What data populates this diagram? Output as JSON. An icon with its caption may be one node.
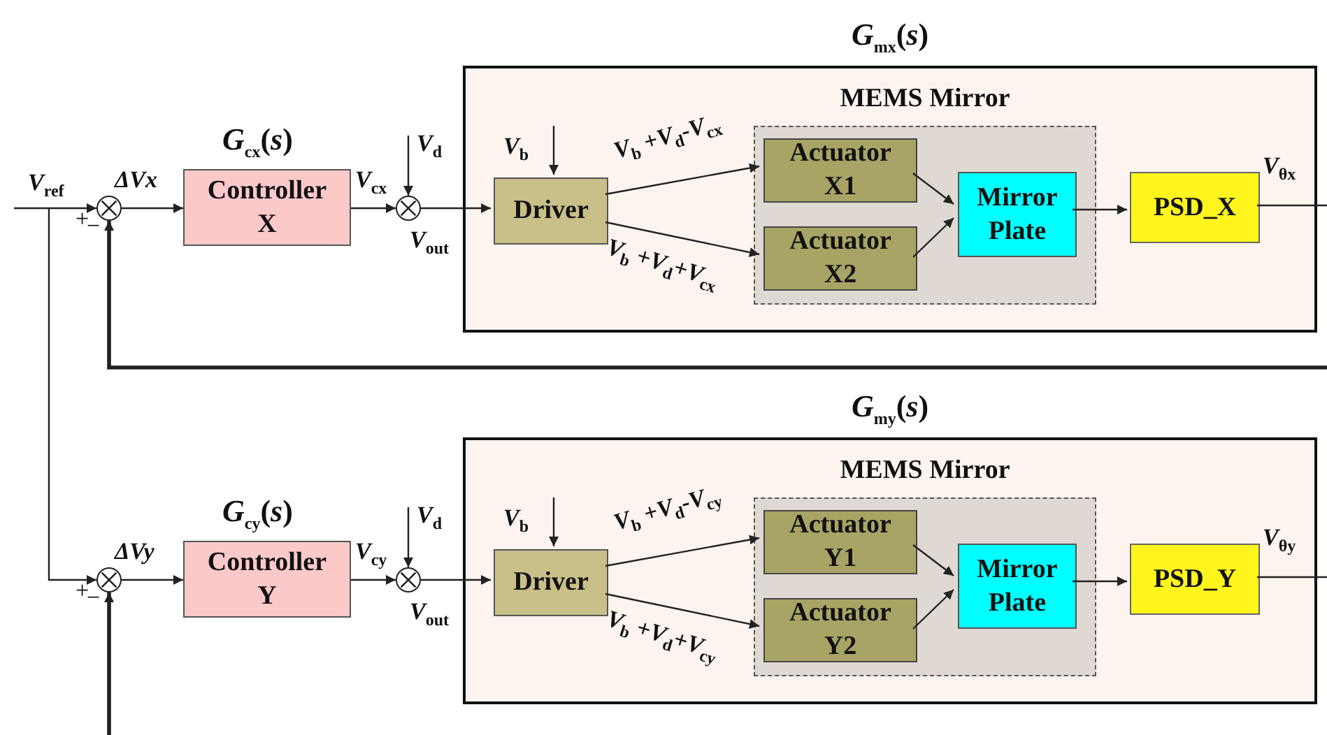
{
  "diagram": {
    "nodes": [
      {
        "text": [],
        "shape": "circle",
        "beside": [
          "+",
          "−"
        ]
      },
      {
        "text": [
          "Controller X"
        ],
        "beside": [
          "*G*$_{cx}$(*s*)"
        ]
      },
      {
        "text": [],
        "shape": "circle"
      },
      {
        "text": [
          "*G*$_{mx}$(*s*)"
        ]
      },
      {
        "text": [
          "Driver"
        ],
        "in": 3
      },
      {
        "text": [
          "MEMS Mirror"
        ],
        "in": 3
      },
      {
        "text": [
          "Actuator X1"
        ],
        "in": 5
      },
      {
        "text": [
          "Actuator X2"
        ],
        "in": 5
      },
      {
        "text": [
          "Mirror Plate"
        ],
        "in": 5
      },
      {
        "text": [
          "PSD_X"
        ],
        "in": 3
      },
      {
        "text": [],
        "shape": "circle",
        "beside": [
          "+",
          "−"
        ]
      },
      {
        "text": [
          "Controller Y"
        ],
        "beside": [
          "*G*$_{cy}$(*s*)"
        ]
      },
      {
        "text": [],
        "shape": "circle"
      },
      {
        "text": [
          "*G*$_{my}$(*s*)"
        ]
      },
      {
        "text": [
          "Driver"
        ],
        "in": 13
      },
      {
        "text": [
          "MEMS Mirror"
        ],
        "in": 13
      },
      {
        "text": [
          "Actuator Y1"
        ],
        "in": 15
      },
      {
        "text": [
          "Actuator Y2"
        ],
        "in": 15
      },
      {
        "text": [
          "Mirror Plate"
        ],
        "in": 15
      },
      {
        "text": [
          "PSD_Y"
        ],
        "in": 13
      }
    ],
    "edges": [
      {
        "from": null,
        "to": 0,
        "arrow": "to",
        "label": "*V*$_{ref}$"
      },
      {
        "from": 0,
        "to": 1,
        "arrow": "to",
        "label": "ΔVx"
      },
      {
        "from": 1,
        "to": 2,
        "arrow": "to",
        "label": "*V*$_{cx}$"
      },
      {
        "from": null,
        "to": 2,
        "arrow": "to",
        "label": "*V*$_{d}$"
      },
      {
        "from": 2,
        "to": 4,
        "arrow": "to",
        "label": "*V*$_{out}$"
      },
      {
        "from": null,
        "to": 4,
        "arrow": "to",
        "label": "*V*$_{b}$"
      },
      {
        "from": 4,
        "to": 6,
        "arrow": "to",
        "label": "*V*$_{b}$ +*V*$_{d}$-*V*$_{cx}$"
      },
      {
        "from": 4,
        "to": 7,
        "arrow": "to",
        "label": "*V*$_{b}$ +*V*$_{d}$+*V*$_{cx}$"
      },
      {
        "from": 6,
        "to": 8,
        "arrow": "to"
      },
      {
        "from": 7,
        "to": 8,
        "arrow": "to"
      },
      {
        "from": 8,
        "to": 9,
        "arrow": "to"
      },
      {
        "from": 9,
        "to": null,
        "arrow": "none",
        "label": "*V*$_{θx}$"
      },
      {
        "from": null,
        "to": 0,
        "arrow": "to",
        "style": "thick"
      },
      {
        "from": null,
        "to": 10,
        "arrow": "to"
      },
      {
        "from": 10,
        "to": 11,
        "arrow": "to",
        "label": "ΔVy"
      },
      {
        "from": 11,
        "to": 12,
        "arrow": "to",
        "label": "*V*$_{cy}$"
      },
      {
        "from": null,
        "to": 12,
        "arrow": "to",
        "label": "*V*$_{d}$"
      },
      {
        "from": 12,
        "to": 14,
        "arrow": "to",
        "label": "*V*$_{out}$"
      },
      {
        "from": null,
        "to": 14,
        "arrow": "to",
        "label": "*V*$_{b}$"
      },
      {
        "from": 14,
        "to": 16,
        "arrow": "to",
        "label": "*V*$_{b}$ +*V*$_{d}$-*V*$_{cy}$"
      },
      {
        "from": 14,
        "to": 17,
        "arrow": "to",
        "label": "*V*$_{b}$ +*V*$_{d}$+*V*$_{cy}$"
      },
      {
        "from": 16,
        "to": 18,
        "arrow": "to"
      },
      {
        "from": 17,
        "to": 18,
        "arrow": "to"
      },
      {
        "from": 18,
        "to": 19,
        "arrow": "to"
      },
      {
        "from": 19,
        "to": null,
        "arrow": "none",
        "label": "*V*$_{θy}$"
      },
      {
        "from": null,
        "to": 10,
        "arrow": "to",
        "style": "thick"
      }
    ]
  }
}
